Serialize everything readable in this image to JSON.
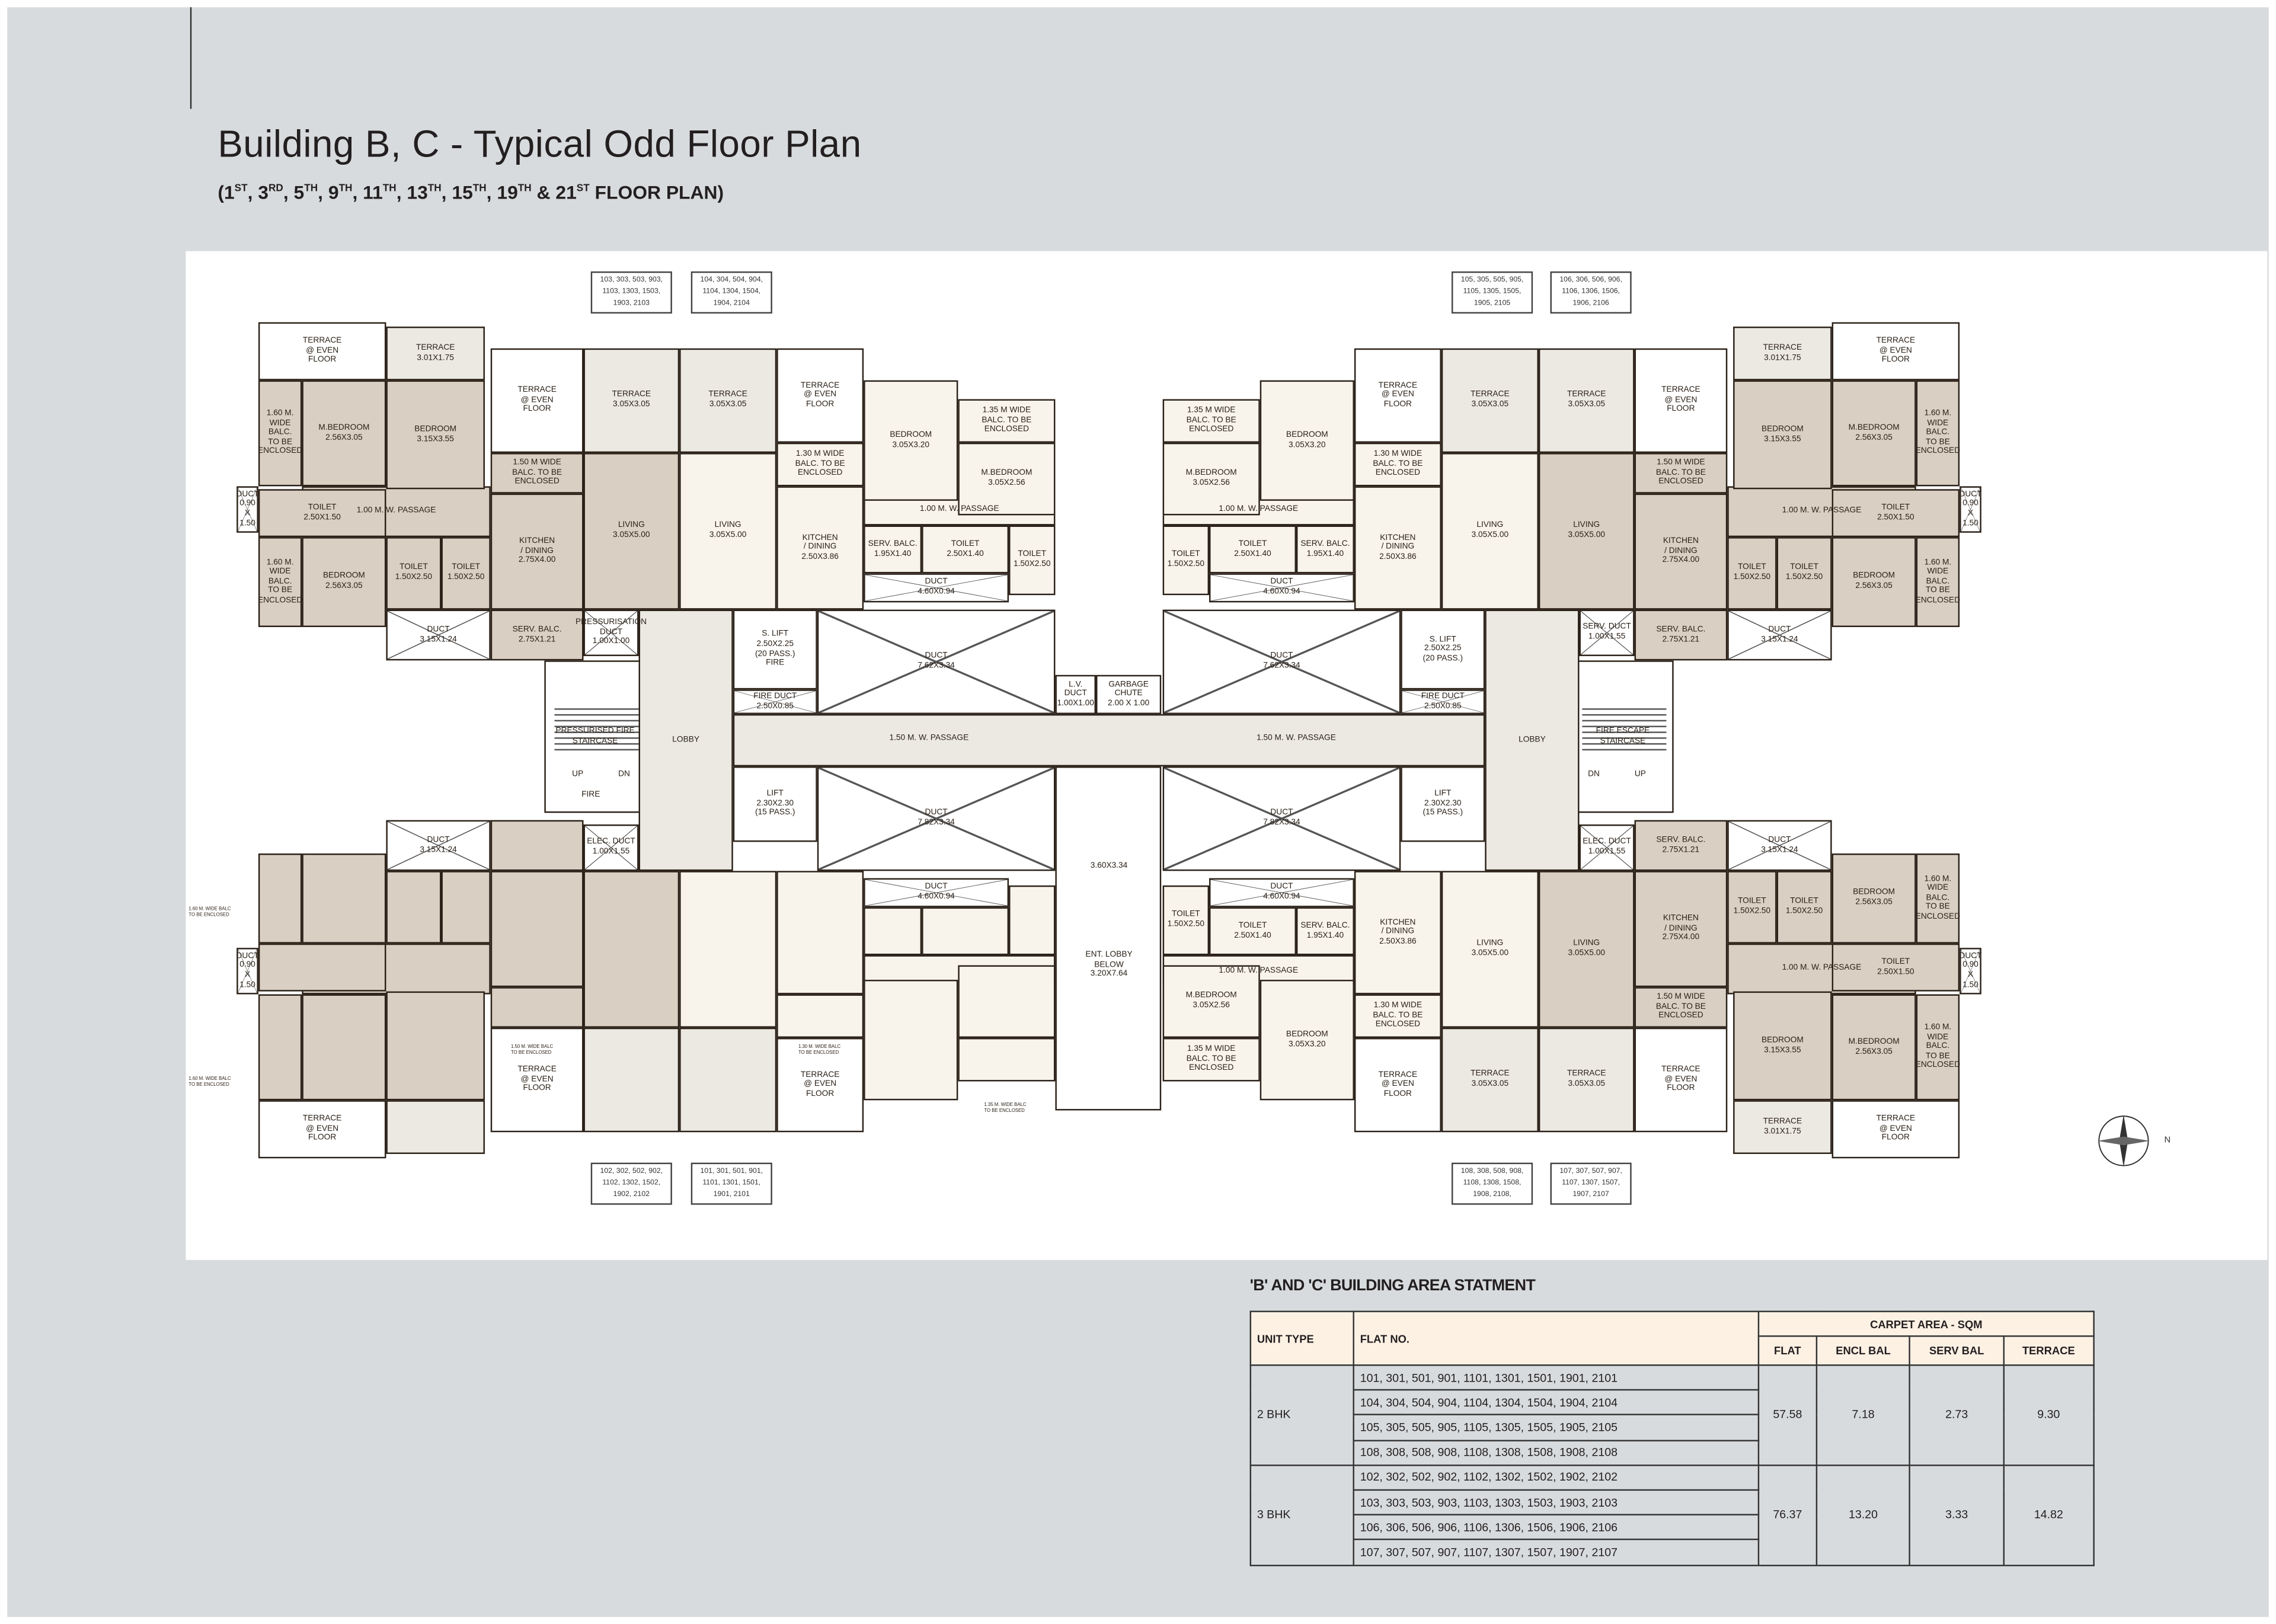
{
  "header": {
    "title": "Building B, C - Typical Odd Floor Plan",
    "subtitle_floors": [
      {
        "n": "1",
        "sup": "ST"
      },
      {
        "n": "3",
        "sup": "RD"
      },
      {
        "n": "5",
        "sup": "TH"
      },
      {
        "n": "9",
        "sup": "TH"
      },
      {
        "n": "11",
        "sup": "TH"
      },
      {
        "n": "13",
        "sup": "TH"
      },
      {
        "n": "15",
        "sup": "TH"
      },
      {
        "n": "19",
        "sup": "TH"
      },
      {
        "n": "21",
        "sup": "ST"
      }
    ],
    "subtitle_suffix": "FLOOR PLAN"
  },
  "plan": {
    "labels": {
      "terrace_even": "TERRACE\n@ EVEN\nFLOOR",
      "terrace_301": "TERRACE\n3.01X1.75",
      "balc_160": "1.60 M.\nWIDE BALC.\nTO BE\nENCLOSED",
      "mbed_256": "M.BEDROOM\n2.56X3.05",
      "bed_315": "BEDROOM\n3.15X3.55",
      "duct_090": "DUCT\n0.90\nX\n1.50",
      "toilet_250x150": "TOILET\n2.50X1.50",
      "passage_100": "1.00 M. W. PASSAGE",
      "bed_256": "BEDROOM\n2.56X3.05",
      "toilet_150x250": "TOILET\n1.50X2.50",
      "duct_315": "DUCT\n3.15X1.24",
      "terrace_305": "TERRACE\n3.05X3.05",
      "balc_150": "1.50 M WIDE\nBALC. TO BE\nENCLOSED",
      "living": "LIVING\n3.05X5.00",
      "kitchen_275": "KITCHEN\n/ DINING\n2.75X4.00",
      "serv_balc_275": "SERV. BALC.\n2.75X1.21",
      "press_duct": "PRESSURISATION\nDUCT\n1.00X1.00",
      "serv_duct": "SERV. DUCT\n1.00X1.55",
      "elec_duct": "ELEC. DUCT\n1.00X1.55",
      "balc_130": "1.30 M WIDE\nBALC. TO BE\nENCLOSED",
      "kitchen_250": "KITCHEN\n/ DINING\n2.50X3.86",
      "bed_305": "BEDROOM\n3.05X3.20",
      "balc_135": "1.35 M WIDE\nBALC. TO BE\nENCLOSED",
      "mbed_305": "M.BEDROOM\n3.05X2.56",
      "serv_balc_195": "SERV. BALC.\n1.95X1.40",
      "toilet_250x140": "TOILET\n2.50X1.40",
      "duct_460": "DUCT\n4.60X0.94",
      "fire_stair_press": "PRESSURISED FIRE\nSTAIRCASE",
      "fire_stair_escape": "FIRE ESCAPE\nSTAIRCASE",
      "up": "UP",
      "dn": "DN",
      "fire": "FIRE",
      "lobby": "LOBBY",
      "s_lift_left": "S. LIFT\n2.50X2.25\n(20 PASS.)\nFIRE",
      "s_lift_right": "S. LIFT\n2.50X2.25\n(20 PASS.)",
      "fire_duct": "FIRE DUCT\n2.50X0.85",
      "duct_762": "DUCT\n7.62X3.34",
      "lv_duct": "L.V. DUCT\n1.00X1.00",
      "garbage": "GARBAGE\nCHUTE\n2.00 X 1.00",
      "passage_150": "1.50 M. W. PASSAGE",
      "lift": "LIFT\n2.30X2.30\n(15 PASS.)",
      "duct_782": "DUCT\n7.82X3.34",
      "void": "3.60X3.34",
      "ent_lobby": "ENT. LOBBY\nBELOW\n3.20X7.64"
    },
    "bottom_left_notes": [
      "1.60 M. WIDE BALC\nTO BE ENCLOSED",
      "1.60 M. WIDE BALC\nTO BE ENCLOSED",
      "1.50 M. WIDE BALC\nTO BE ENCLOSED",
      "1.30 M. WIDE BALC\nTO BE ENCLOSED",
      "1.35 M. WIDE BALC\nTO BE ENCLOSED"
    ],
    "flat_boxes": {
      "top": [
        "103, 303, 503, 903,\n1103, 1303, 1503,\n1903, 2103",
        "104, 304, 504, 904,\n1104, 1304, 1504,\n1904, 2104",
        "105, 305, 505, 905,\n1105, 1305, 1505,\n1905, 2105",
        "106, 306, 506, 906,\n1106, 1306, 1506,\n1906, 2106"
      ],
      "bottom": [
        "102, 302, 502, 902,\n1102, 1302, 1502,\n1902, 2102",
        "101, 301, 501, 901,\n1101, 1301, 1501,\n1901, 2101",
        "108, 308, 508, 908,\n1108, 1308, 1508,\n1908, 2108,",
        "107, 307, 507, 907,\n1107, 1307, 1507,\n1907, 2107"
      ]
    },
    "compass_label": "N",
    "colors": {
      "wall": "#2b2118",
      "three_bhk": "#d9cfc2",
      "two_bhk": "#f8f4ec",
      "terrace": "#ece9e3",
      "page_bg": "#d8dbdd"
    }
  },
  "area_statement": {
    "title": "'B' AND 'C' BUILDING AREA STATMENT",
    "headers": {
      "unit_type": "UNIT TYPE",
      "flat_no": "FLAT NO.",
      "carpet_area": "CARPET AREA - SQM",
      "flat": "FLAT",
      "encl_bal": "ENCL BAL",
      "serv_bal": "SERV BAL",
      "terrace": "TERRACE"
    },
    "rows": [
      {
        "unit_type": "2 BHK",
        "flats": [
          "101, 301, 501, 901, 1101, 1301, 1501, 1901, 2101",
          "104, 304, 504, 904, 1104, 1304, 1504, 1904, 2104",
          "105, 305, 505, 905, 1105, 1305, 1505, 1905, 2105",
          "108, 308, 508, 908, 1108, 1308, 1508, 1908, 2108"
        ],
        "flat": "57.58",
        "encl_bal": "7.18",
        "serv_bal": "2.73",
        "terrace": "9.30"
      },
      {
        "unit_type": "3 BHK",
        "flats": [
          "102, 302, 502, 902, 1102, 1302, 1502, 1902, 2102",
          "103, 303, 503, 903, 1103, 1303, 1503, 1903, 2103",
          "106, 306, 506, 906, 1106, 1306, 1506, 1906, 2106",
          "107, 307, 507, 907, 1107, 1307, 1507, 1907, 2107"
        ],
        "flat": "76.37",
        "encl_bal": "13.20",
        "serv_bal": "3.33",
        "terrace": "14.82"
      }
    ]
  }
}
